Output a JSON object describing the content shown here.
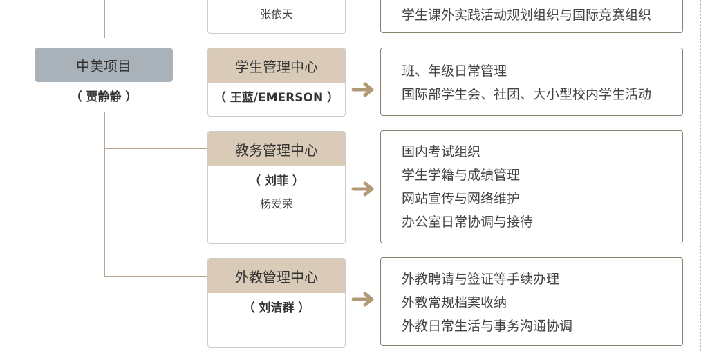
{
  "root": {
    "title": "中美项目",
    "manager": "（ 贾静静 ）"
  },
  "top_partial": {
    "staff": "张依天",
    "duties": [
      "学生课外实践活动规划组织与国际竞赛组织"
    ]
  },
  "centers": [
    {
      "title": "学生管理中心",
      "manager": "（ 王蓝/EMERSON ）",
      "staff": "",
      "duties": [
        "班、年级日常管理",
        "国际部学生会、社团、大小型校内学生活动"
      ]
    },
    {
      "title": "教务管理中心",
      "manager": "（ 刘菲 ）",
      "staff": "杨爱荣",
      "duties": [
        "国内考试组织",
        "学生学籍与成绩管理",
        "网站宣传与网络维护",
        "办公室日常协调与接待"
      ]
    },
    {
      "title": "外教管理中心",
      "manager": "（ 刘洁群 ）",
      "staff": "",
      "duties": [
        "外教聘请与签证等手续办理",
        "外教常规档案收纳",
        "外教日常生活与事务沟通协调"
      ]
    }
  ],
  "colors": {
    "root": "#a9b1b9",
    "header": "#d9cbb8",
    "arrow": "#b39a76"
  }
}
